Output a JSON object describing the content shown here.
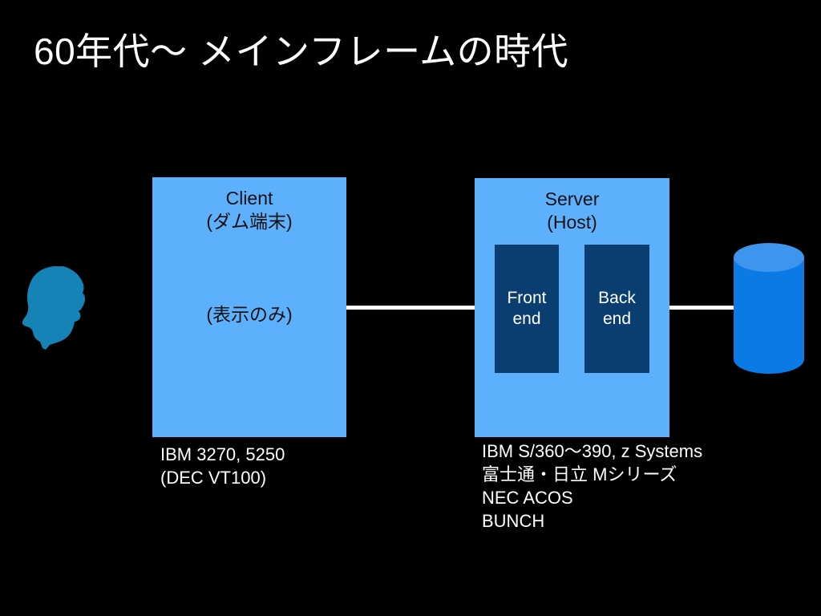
{
  "slide": {
    "background_color": "#000000",
    "title": "60年代～ メインフレームの時代"
  },
  "actor": {
    "icon": "person-head-silhouette-icon",
    "color": "#1583B5"
  },
  "client": {
    "label": "Client",
    "sublabel": "(ダム端末)",
    "note": "(表示のみ)",
    "fill_color": "#5CB0FC",
    "caption_lines": [
      "IBM 3270, 5250",
      "(DEC VT100)"
    ]
  },
  "server": {
    "label": "Server",
    "sublabel": "(Host)",
    "fill_color": "#5CB0FC",
    "inner_fill_color": "#0A3E70",
    "components": [
      {
        "name": "front-end",
        "line1": "Front",
        "line2": "end"
      },
      {
        "name": "back-end",
        "line1": "Back",
        "line2": "end"
      }
    ],
    "caption_lines": [
      "IBM S/360～390, z Systems",
      "富士通・日立 Mシリーズ",
      "NEC ACOS",
      "BUNCH"
    ]
  },
  "database": {
    "icon": "database-cylinder-icon",
    "body_color": "#0B7AE5",
    "top_color": "#3D95EE"
  },
  "connectors": {
    "color": "#ffffff",
    "client_to_server": "client-server-link",
    "server_to_database": "server-database-link"
  }
}
